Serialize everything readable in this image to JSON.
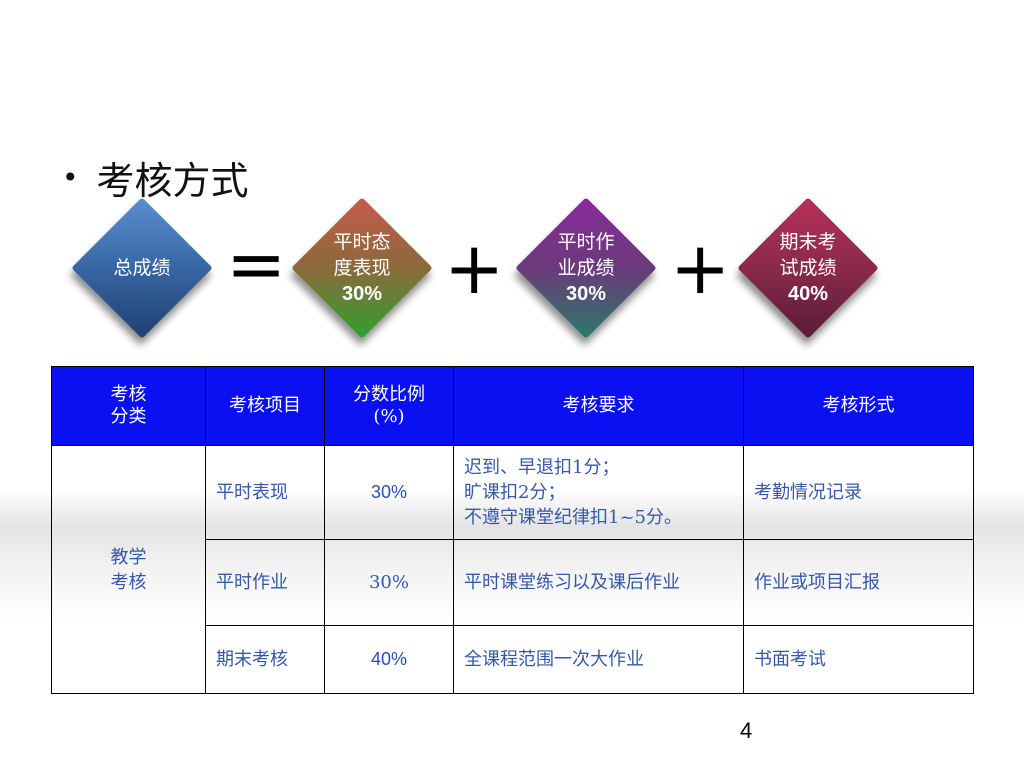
{
  "slide": {
    "heading": "考核方式",
    "page_number": "4"
  },
  "formula": {
    "equals": "=",
    "plus": "+",
    "total": {
      "label": "总成绩",
      "color": "#3a6aa8"
    },
    "part1": {
      "line1": "平时态",
      "line2": "度表现",
      "percent": "30%",
      "color": "#8a5a3a"
    },
    "part2": {
      "line1": "平时作",
      "line2": "业成绩",
      "percent": "30%",
      "color": "#6a3a8a"
    },
    "part3": {
      "line1": "期末考",
      "line2": "试成绩",
      "percent": "40%",
      "color": "#9a2a4a"
    }
  },
  "table": {
    "headers": {
      "category_line1": "考核",
      "category_line2": "分类",
      "item": "考核项目",
      "ratio_line1": "分数比例",
      "ratio_line2": "(%)",
      "requirement": "考核要求",
      "form": "考核形式"
    },
    "category_line1": "教学",
    "category_line2": "考核",
    "rows": [
      {
        "item": "平时表现",
        "ratio": "30%",
        "req_line1": "迟到、早退扣1分；",
        "req_line2": "旷课扣2分；",
        "req_line3": "不遵守课堂纪律扣1~5分。",
        "form": "考勤情况记录"
      },
      {
        "item": "平时作业",
        "ratio": "30%",
        "req_line1": "平时课堂练习以及课后作业",
        "form": "作业或项目汇报"
      },
      {
        "item": "期末考核",
        "ratio": "40%",
        "req_line1": "全课程范围一次大作业",
        "form": "书面考试"
      }
    ],
    "header_color": "#0a10f2"
  }
}
